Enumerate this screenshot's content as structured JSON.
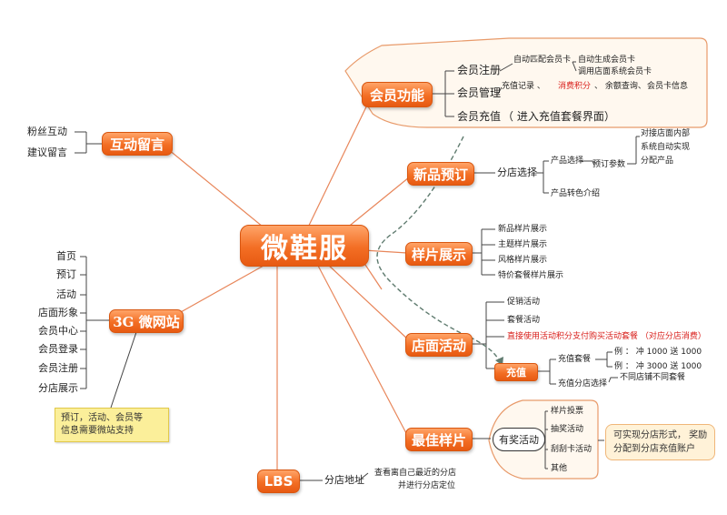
{
  "center": {
    "label": "微鞋服"
  },
  "membership": {
    "label": "会员功能",
    "register": {
      "label": "会员注册",
      "auto_match": "自动匹配会员卡",
      "auto_generate": "自动生成会员卡",
      "use_system": "调用店面系统会员卡"
    },
    "manage": {
      "label": "会员管理",
      "items": [
        "充值记录 、",
        "消费积分",
        "、 余额查询、",
        "会员卡信息"
      ]
    },
    "recharge": {
      "label": "会员充值",
      "note": "（ 进入充值套餐界面）"
    }
  },
  "interaction": {
    "label": "互动留言",
    "items": [
      "粉丝互动",
      "建议留言"
    ]
  },
  "new_product": {
    "label": "新品预订",
    "branch": "分店选择",
    "product_select": "产品选择",
    "preorder_params": "预订参数",
    "auto_lines": [
      "对接店面内部",
      "系统自动实现",
      "分配产品"
    ],
    "feature_intro": "产品转色介绍"
  },
  "sample": {
    "label": "样片展示",
    "items": [
      "新品样片展示",
      "主题样片展示",
      "风格样片展示",
      "特价套餐样片展示"
    ]
  },
  "store_activity": {
    "label": "店面活动",
    "items": [
      "促销活动",
      "套餐活动"
    ],
    "direct_pay": "直接使用活动积分支付购买活动套餐 （对应分店消费）",
    "recharge_node": "充值",
    "package": "充值套餐",
    "examples": [
      "例 ： 冲 1000 送 1000",
      "例 ： 冲 3000 送 1000"
    ],
    "branch_select": "充值分店选择",
    "different": "不同店铺不同套餐"
  },
  "best_sample": {
    "label": "最佳样片",
    "prize": "有奖活动",
    "items": [
      "样片投票",
      "抽奖活动",
      "刮刮卡活动",
      "其他"
    ],
    "note_lines": [
      "可实现分店形式， 奖励",
      "分配到分店充值账户"
    ]
  },
  "micro_site": {
    "label": "3G 微网站",
    "items": [
      "首页",
      "预订",
      "活动",
      "店面形象",
      "会员中心",
      "会员登录",
      "会员注册",
      "分店展示"
    ],
    "note_lines": [
      "预订，活动、会员等",
      "信息需要微站支持"
    ]
  },
  "lbs": {
    "label": "LBS",
    "branch_address": "分店地址",
    "note_lines": [
      "查看离自己最近的分店",
      "并进行分店定位"
    ]
  },
  "colors": {
    "accent": "#f36e24",
    "line": "#e8865a",
    "note_yellow": "#fbef9a"
  }
}
